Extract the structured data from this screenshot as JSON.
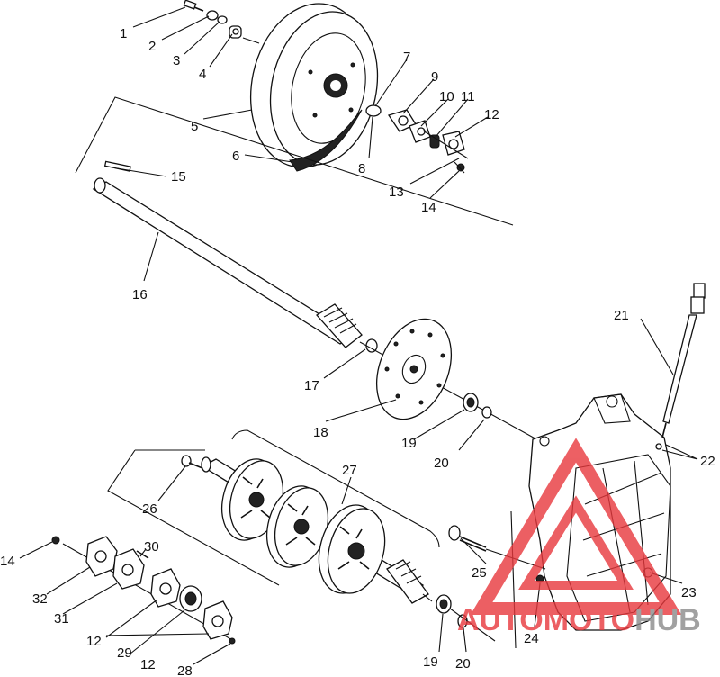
{
  "labels": [
    "1",
    "2",
    "3",
    "4",
    "5",
    "6",
    "7",
    "8",
    "9",
    "10",
    "11",
    "12",
    "13",
    "14",
    "15",
    "16",
    "17",
    "18",
    "19",
    "20",
    "21",
    "22",
    "23",
    "24",
    "25",
    "26",
    "27",
    "28",
    "29",
    "30",
    "31",
    "32"
  ],
  "watermark": {
    "part1": "AUTOMOTO",
    "part2": "HUB",
    "color_red": "#e8383d",
    "color_gray": "#8a8a8a"
  }
}
